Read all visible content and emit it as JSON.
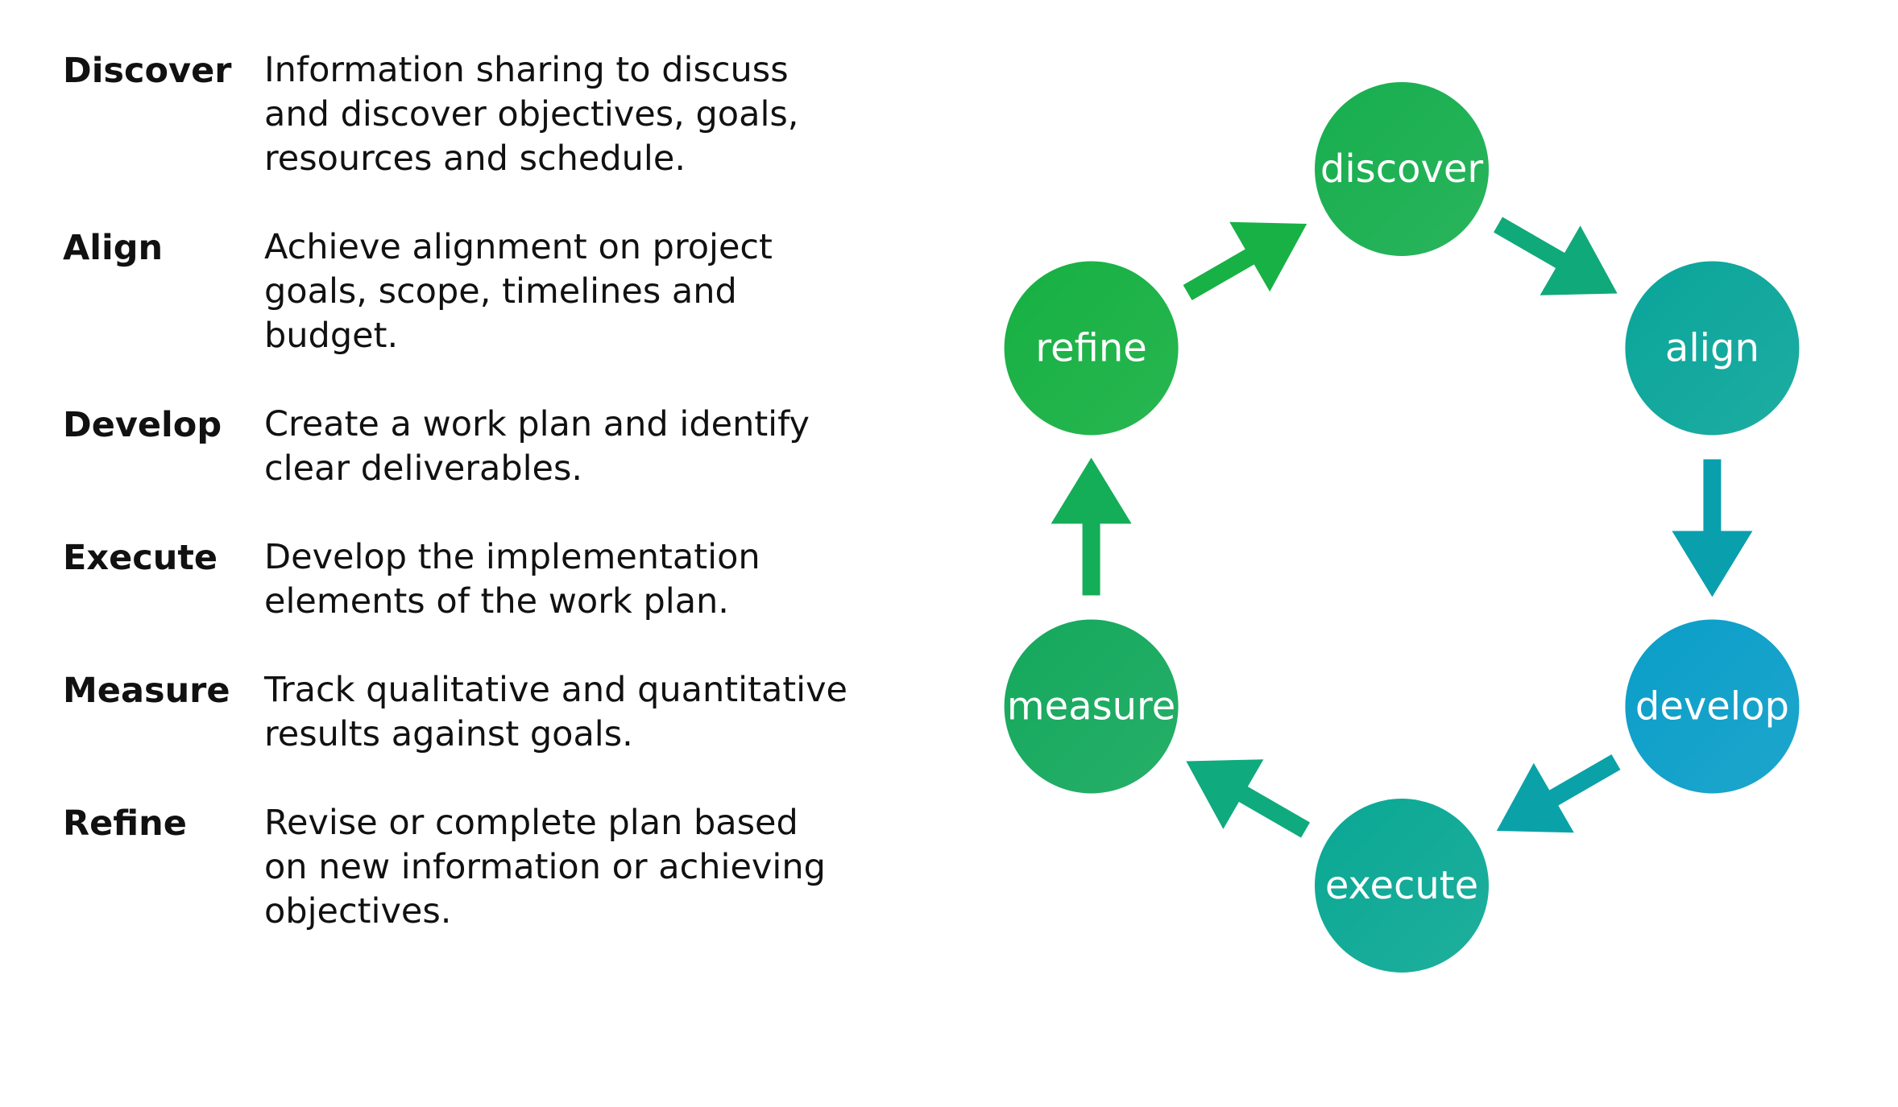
{
  "steps": [
    {
      "name": "Discover",
      "description": "Information sharing to discuss and discover objectives, goals, resources and schedule."
    },
    {
      "name": "Align",
      "description": "Achieve alignment on project goals, scope, timelines and budget."
    },
    {
      "name": "Develop",
      "description": "Create a work plan and identify clear deliverables."
    },
    {
      "name": "Execute",
      "description": "Develop the implementation elements of the work plan."
    },
    {
      "name": "Measure",
      "description": "Track qualitative and quantitative results against goals."
    },
    {
      "name": "Refine",
      "description": "Revise or complete plan based on new information or achieving objectives."
    }
  ],
  "cycle": {
    "nodes": [
      {
        "label": "discover",
        "color": "#17ae4e"
      },
      {
        "label": "align",
        "color": "#0aa59a"
      },
      {
        "label": "develop",
        "color": "#0a9ec8"
      },
      {
        "label": "execute",
        "color": "#0aa894"
      },
      {
        "label": "measure",
        "color": "#14a85c"
      },
      {
        "label": "refine",
        "color": "#16b042"
      }
    ],
    "arrow_colors": [
      "#10a97a",
      "#0a9fad",
      "#0aa2a8",
      "#0faa7e",
      "#14ad58",
      "#17b145"
    ]
  }
}
